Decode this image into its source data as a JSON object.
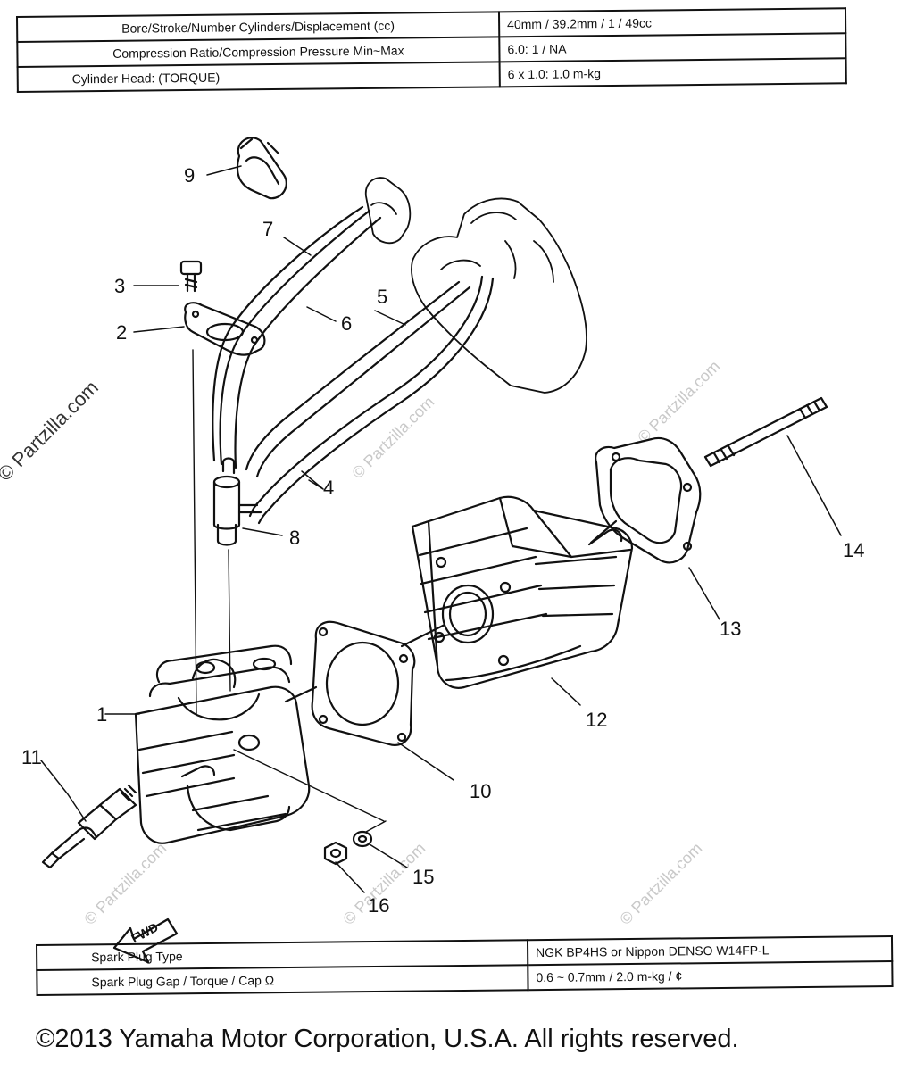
{
  "top_specs": [
    {
      "label": "Bore/Stroke/Number Cylinders/Displacement (cc)",
      "value": "40mm / 39.2mm / 1 / 49cc"
    },
    {
      "label": "Compression Ratio/Compression Pressure Min~Max",
      "value": "6.0: 1 / NA"
    },
    {
      "label": "Cylinder Head: (TORQUE)",
      "value": "6 x 1.0: 1.0 m-kg"
    }
  ],
  "bottom_specs": [
    {
      "label": "Spark Plug Type",
      "value": "NGK BP4HS or Nippon DENSO W14FP-L"
    },
    {
      "label": "Spark Plug Gap / Torque / Cap Ω",
      "value": "0.6 ~ 0.7mm / 2.0 m-kg / ¢"
    }
  ],
  "ref_numbers": [
    "1",
    "2",
    "3",
    "4",
    "5",
    "6",
    "7",
    "8",
    "9",
    "10",
    "11",
    "12",
    "13",
    "14",
    "15",
    "16"
  ],
  "fwd_label": "FWD",
  "watermark": "© Partzilla.com",
  "copyright": "©2013  Yamaha Motor Corporation, U.S.A. All rights reserved.",
  "colors": {
    "ink": "#111111",
    "watermark": "#c9c9c9",
    "background": "#ffffff"
  }
}
